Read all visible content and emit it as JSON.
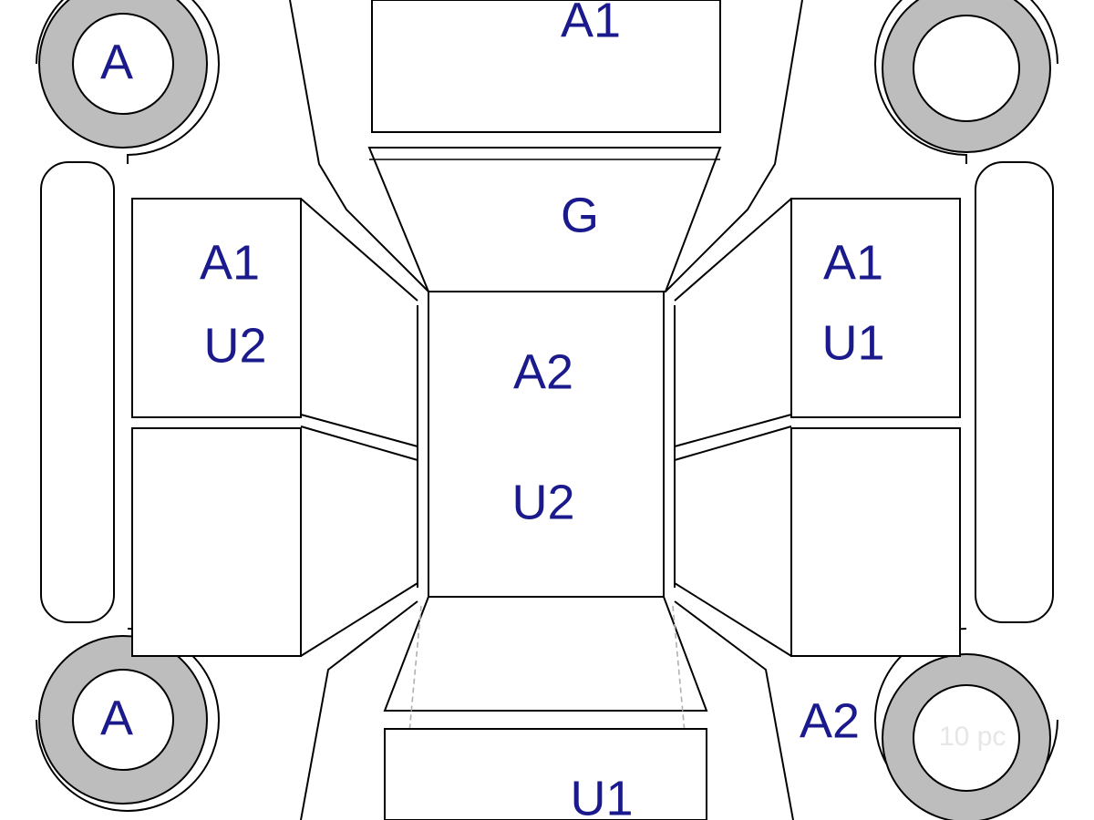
{
  "colors": {
    "label": "#1a1a8c",
    "tire": "#bdbdbd",
    "outline": "#000000",
    "background": "#ffffff"
  },
  "labels": {
    "hood": "A1",
    "windshield": "G",
    "roof_top": "A2",
    "roof_bottom": "U2",
    "left_front_door_1": "A1",
    "left_front_door_2": "U2",
    "right_front_door_1": "A1",
    "right_front_door_2": "U1",
    "trunk": "U1",
    "right_rear_quarter": "A2",
    "wheel_front_left": "A",
    "wheel_rear_left": "A"
  },
  "watermark": "10 pc"
}
